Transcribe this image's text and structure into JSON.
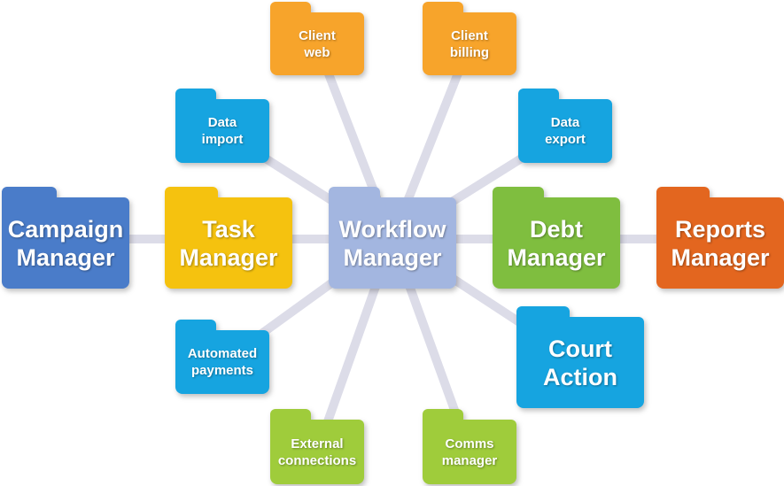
{
  "connector_color": "#dcdce8",
  "folders": {
    "workflow_manager": {
      "label": "Workflow\nManager",
      "color": "#a3b6e0"
    },
    "campaign_manager": {
      "label": "Campaign\nManager",
      "color": "#4a7cc9"
    },
    "task_manager": {
      "label": "Task\nManager",
      "color": "#f5c20f"
    },
    "debt_manager": {
      "label": "Debt\nManager",
      "color": "#7fbe3f"
    },
    "reports_manager": {
      "label": "Reports\nManager",
      "color": "#e3661f"
    },
    "court_action": {
      "label": "Court\nAction",
      "color": "#16a4e0"
    },
    "client_web": {
      "label": "Client\nweb",
      "color": "#f7a42b"
    },
    "client_billing": {
      "label": "Client\nbilling",
      "color": "#f7a42b"
    },
    "data_import": {
      "label": "Data\nimport",
      "color": "#16a4e0"
    },
    "data_export": {
      "label": "Data\nexport",
      "color": "#16a4e0"
    },
    "automated_payments": {
      "label": "Automated\npayments",
      "color": "#16a4e0"
    },
    "external_connections": {
      "label": "External\nconnections",
      "color": "#9fcc3b"
    },
    "comms_manager": {
      "label": "Comms\nmanager",
      "color": "#9fcc3b"
    }
  }
}
